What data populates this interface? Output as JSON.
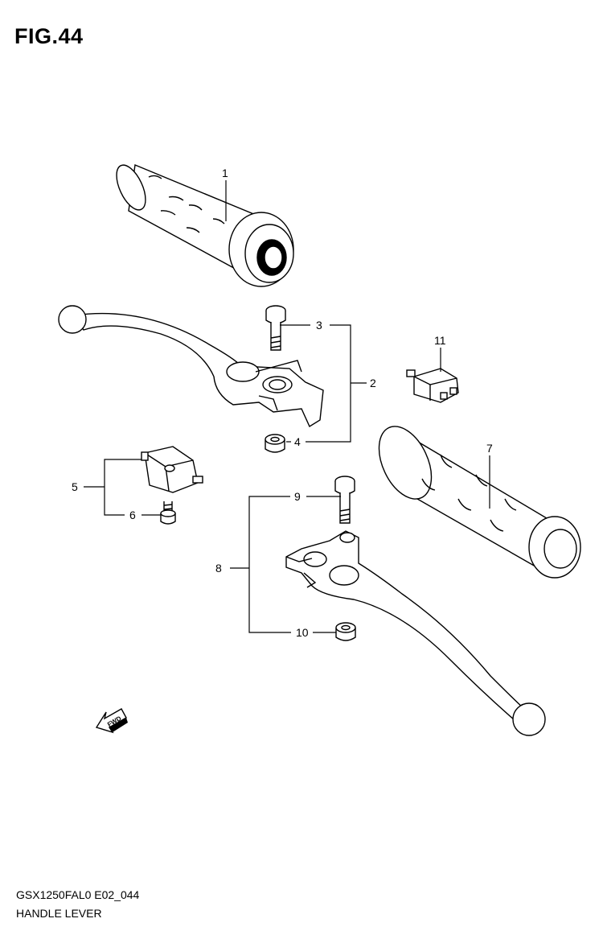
{
  "figure_label": "FIG.44",
  "callouts": {
    "c1": "1",
    "c2": "2",
    "c3": "3",
    "c4": "4",
    "c5": "5",
    "c6": "6",
    "c7": "7",
    "c8": "8",
    "c9": "9",
    "c10": "10",
    "c11": "11"
  },
  "fwd_label": "FWD",
  "model_code": "GSX1250FAL0 E02_044",
  "caption": "HANDLE LEVER"
}
